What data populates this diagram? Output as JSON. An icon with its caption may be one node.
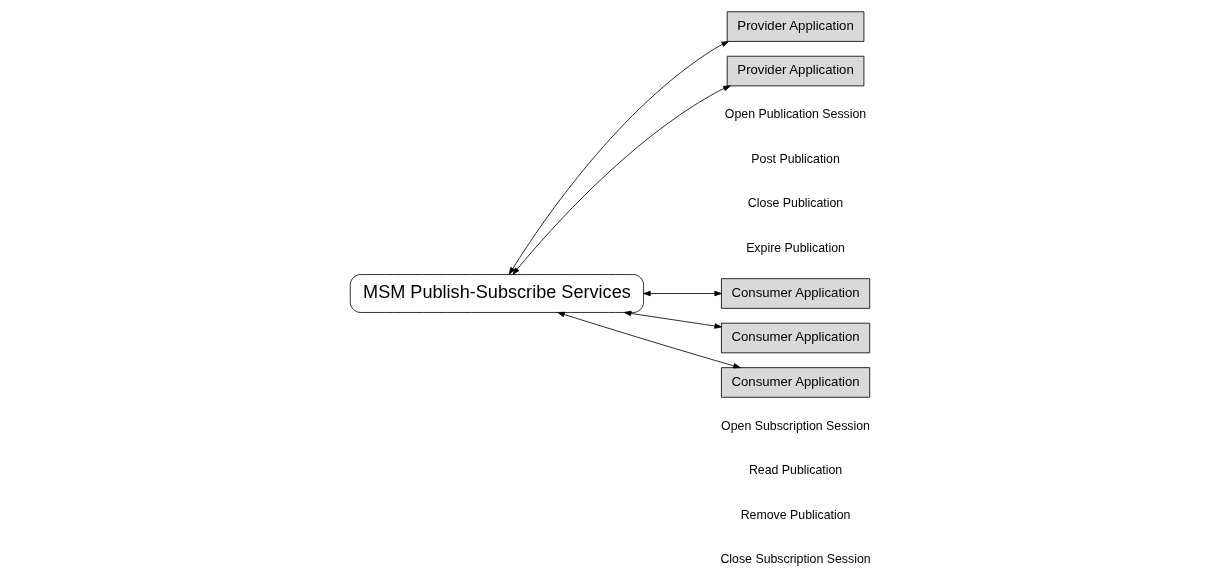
{
  "diagram": {
    "nodes": [
      {
        "text": [
          "Provider Application"
        ]
      },
      {
        "text": [
          "Provider Application"
        ]
      },
      {
        "text": [
          "MSM Publish-Subscribe Services"
        ]
      },
      {
        "text": [
          "Consumer Application"
        ]
      },
      {
        "text": [
          "Consumer Application"
        ]
      },
      {
        "text": [
          "Consumer Application"
        ]
      }
    ],
    "edges": [
      {
        "from": 2,
        "to": 0,
        "arrow": "both"
      },
      {
        "from": 2,
        "to": 1,
        "arrow": "both"
      },
      {
        "from": 2,
        "to": 3,
        "arrow": "both"
      },
      {
        "from": 2,
        "to": 4,
        "arrow": "both"
      },
      {
        "from": 2,
        "to": 5,
        "arrow": "both"
      }
    ],
    "labels": [
      "Open Publication Session",
      "Open Subscription Session",
      "Post Publication",
      "Read Publication",
      "Close Publication",
      "Remove Publication",
      "Expire Publication",
      "Close Subscription Session"
    ]
  }
}
